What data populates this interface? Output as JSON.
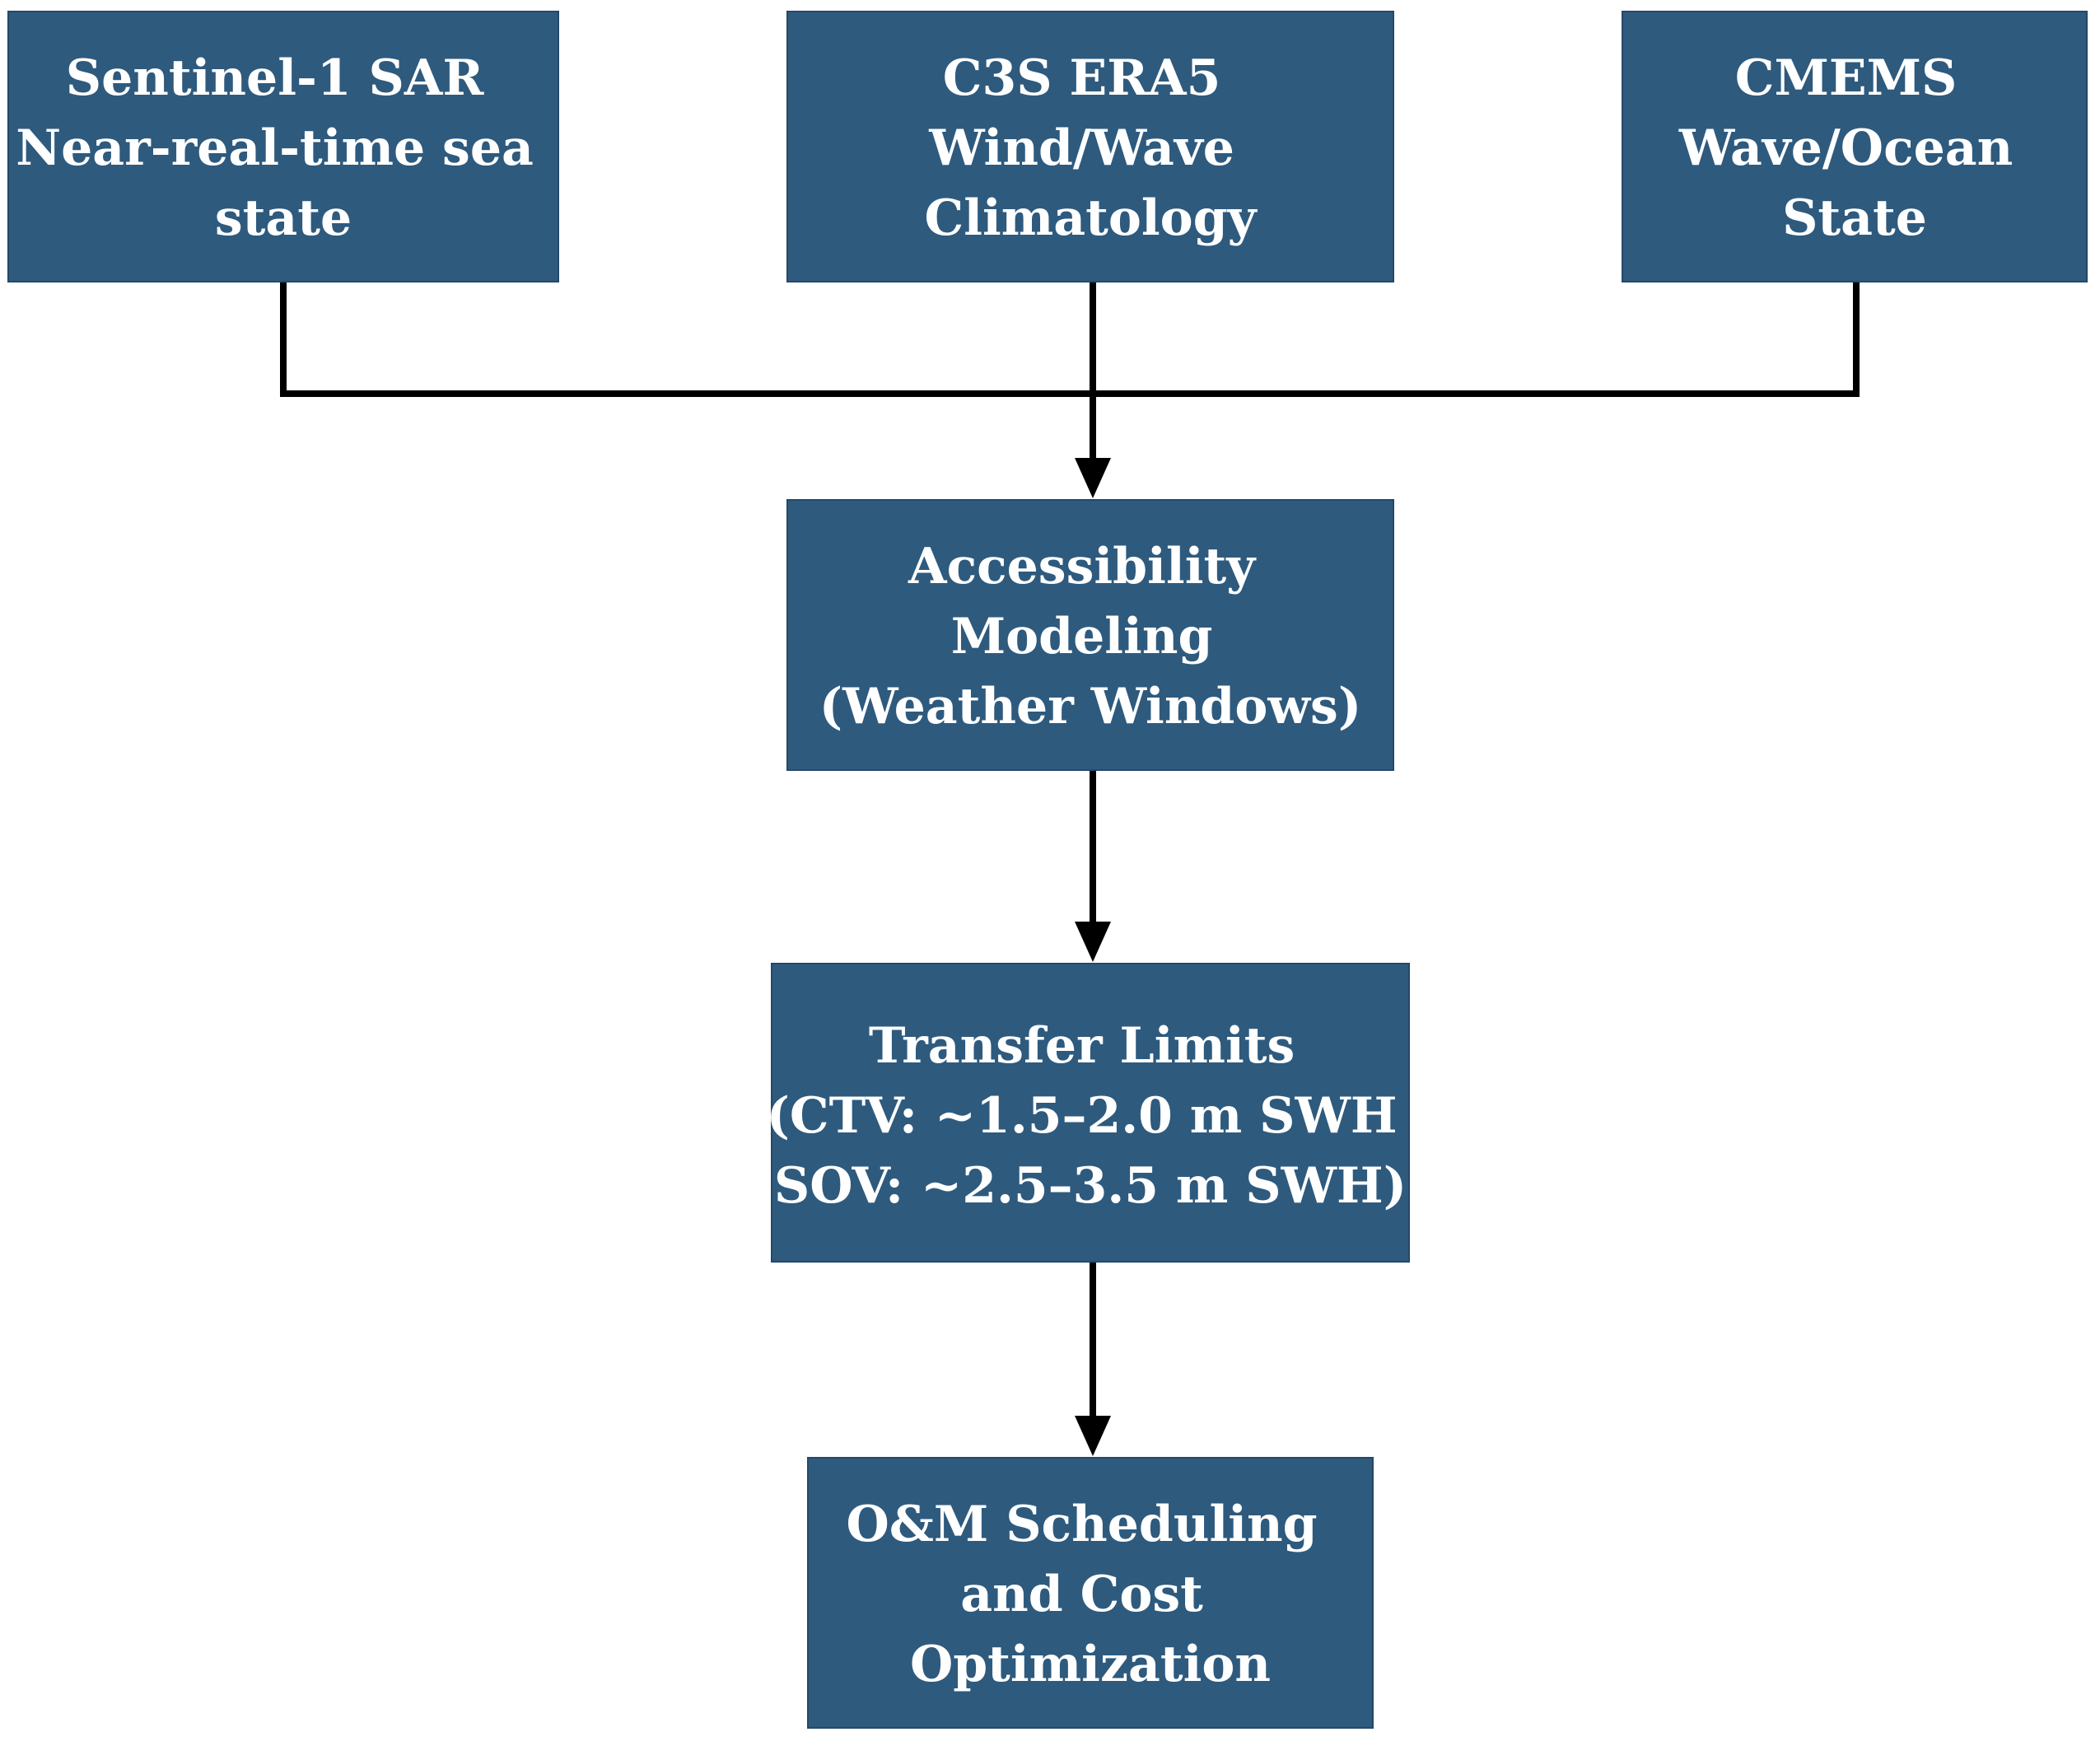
{
  "colors": {
    "box_fill": "#2e5a7e",
    "box_text": "#ffffff",
    "connector": "#000000",
    "background": "#ffffff"
  },
  "nodes": {
    "sentinel": {
      "lines": [
        "Sentinel-1 SAR",
        "Near-real-time sea",
        "state"
      ]
    },
    "era5": {
      "lines": [
        "C3S ERA5",
        "Wind/Wave",
        "Climatology"
      ]
    },
    "cmems": {
      "lines": [
        "CMEMS",
        "Wave/Ocean",
        "State"
      ]
    },
    "accessibility": {
      "lines": [
        "Accessibility",
        "Modeling",
        "(Weather Windows)"
      ]
    },
    "transfer": {
      "lines": [
        "Transfer Limits",
        "(CTV: ~1.5–2.0 m SWH",
        "SOV: ~2.5–3.5 m SWH)"
      ]
    },
    "om": {
      "lines": [
        "O&M Scheduling",
        "and Cost",
        "Optimization"
      ]
    }
  }
}
